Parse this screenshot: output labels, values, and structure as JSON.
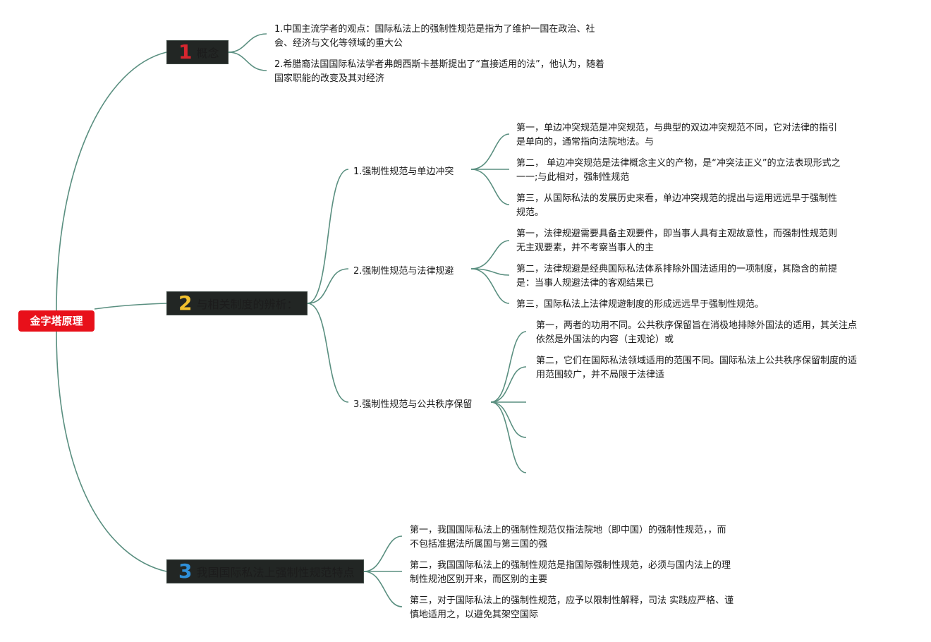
{
  "root": {
    "label": "金字塔原理"
  },
  "topics": [
    {
      "number": "1",
      "number_color": "#d7262f",
      "label": "概念",
      "leaves": [
        {
          "line1": "1.中国主流学者的观点：国际私法上的强制性规范是指为了维护一国在政治、社",
          "line2": "会、经济与文化等领域的重大公"
        },
        {
          "line1": "2.希腊裔法国国际私法学者弗朗西斯卡基斯提出了“直接适用的法”，他认为，随着",
          "line2": "国家职能的改变及其对经济"
        }
      ]
    },
    {
      "number": "2",
      "number_color": "#f2c12e",
      "label": "与相关制度的辨析：",
      "subtopics": [
        {
          "label": "1.强制性规范与单边冲突",
          "leaves": [
            {
              "line1": "第一，单边冲突规范是冲突规范，与典型的双边冲突规范不同，它对法律的指引",
              "line2": "是单向的，通常指向法院地法。与"
            },
            {
              "line1": "第二， 单边冲突规范是法律概念主义的产物，是“冲突法正义”的立法表现形式之",
              "line2": "一一;与此相对，强制性规范"
            },
            {
              "line1": "第三，从国际私法的发展历史来看，单边冲突规范的提出与运用远远早于强制性",
              "line2": "规范。"
            }
          ]
        },
        {
          "label": "2.强制性规范与法律规避",
          "leaves": [
            {
              "line1": "第一，法律规避需要具备主观要件，即当事人具有主观故意性，而强制性规范则",
              "line2": "无主观要素，并不考察当事人的主"
            },
            {
              "line1": "第二，法律规避是经典国际私法体系排除外国法适用的一项制度，其隐含的前提",
              "line2": "是：当事人规避法律的客观结果已"
            },
            {
              "line1": "第三，国际私法上法律规遊制度的形成远远早于强制性规范。",
              "line2": ""
            }
          ]
        },
        {
          "label": "3.强制性规范与公共秩序保留",
          "leaves": [
            {
              "line1": "第一，两者的功用不同。公共秩序保留旨在消极地排除外国法的适用，其关注点",
              "line2": "依然是外国法的内容（主观论）或"
            },
            {
              "line1": "第二，它们在国际私法领域适用的范围不同。国际私法上公共秩序保留制度的适",
              "line2": "用范围较广，并不局限于法律适"
            }
          ]
        }
      ]
    },
    {
      "number": "3",
      "number_color": "#2f8fd8",
      "label": "我国国际私法上强制性规范特点",
      "leaves": [
        {
          "line1": "第一，我国国际私法上的强制性规范仅指法院地（即中国）的强制性规范，，而",
          "line2": "不包括准据法所属国与第三国的强"
        },
        {
          "line1": "第二，我国国际私法上的强制性规范是指国际强制性规范，必须与国内法上的理",
          "line2": "制性规池区别开来，而区别的主要"
        },
        {
          "line1": "第三，对于国际私法上的强制性规范，应予以限制性解释，司法 实践应严格、谨",
          "line2": "慎地适用之，以避免其架空国际"
        }
      ]
    }
  ]
}
